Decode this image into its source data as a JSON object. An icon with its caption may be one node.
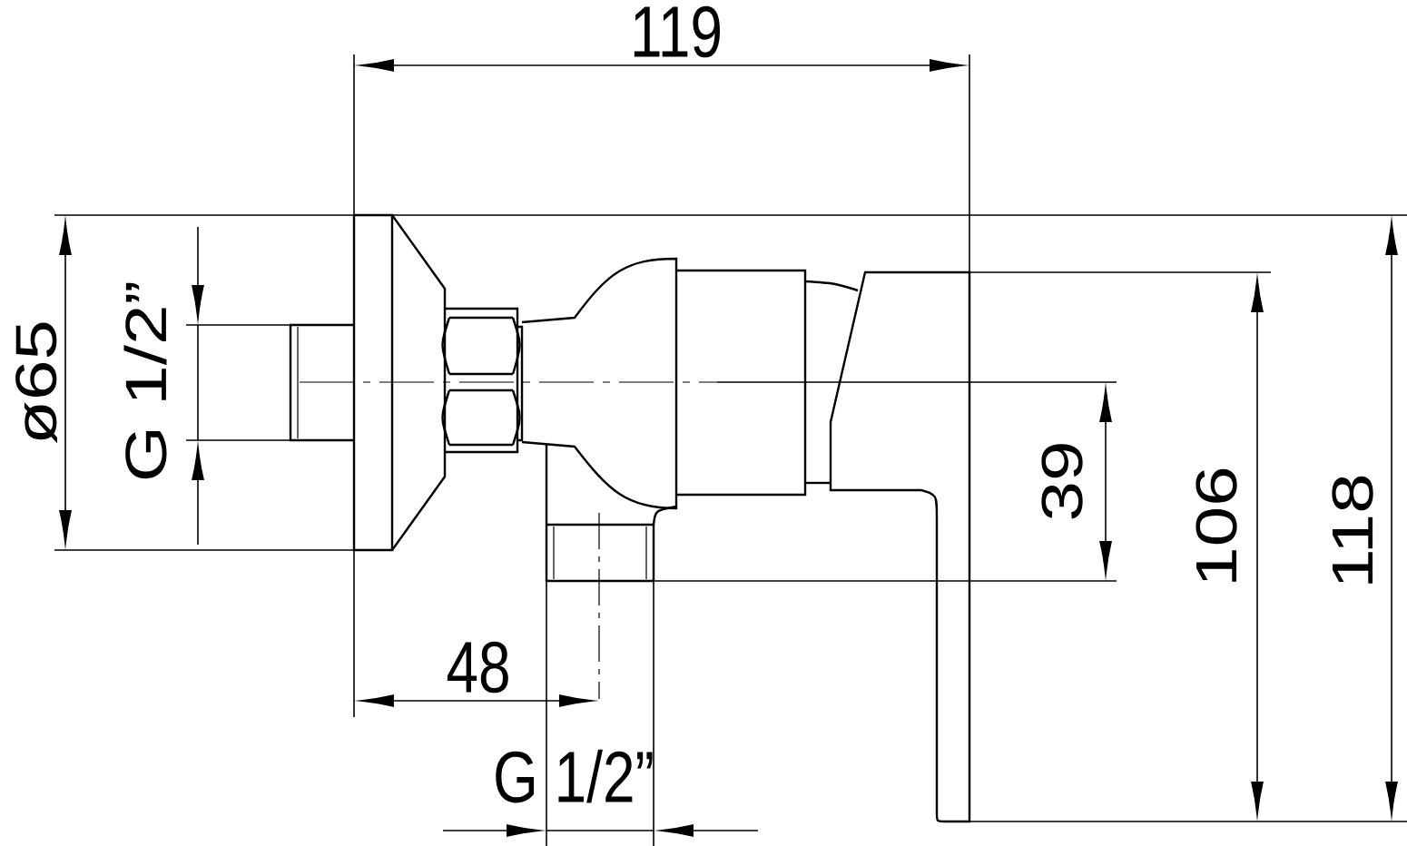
{
  "diagram": {
    "labels": [
      "119",
      "ø65",
      "G 1/2”",
      "39",
      "106",
      "118",
      "48",
      "G 1/2”"
    ]
  }
}
